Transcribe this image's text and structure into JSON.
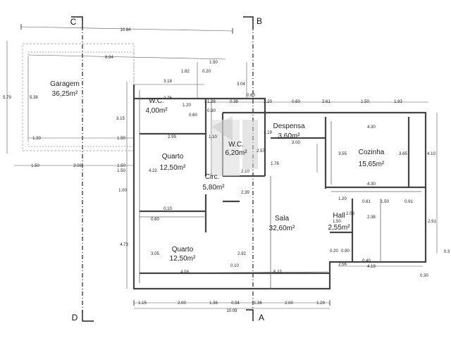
{
  "rooms": {
    "garagem": {
      "name": "Garagem",
      "area": "36,25m²"
    },
    "wc1": {
      "name": "W.C.",
      "area": "4,00m²"
    },
    "wc2": {
      "name": "W.C.",
      "area": "6,20m²"
    },
    "despensa": {
      "name": "Despensa",
      "area": "3,60m²"
    },
    "cozinha": {
      "name": "Cozinha",
      "area": "15,65m²"
    },
    "quarto1": {
      "name": "Quarto",
      "area": "12,50m²"
    },
    "circ": {
      "name": "Circ.",
      "area": "5,80m²"
    },
    "sala": {
      "name": "Sala",
      "area": "32,60m²"
    },
    "hall": {
      "name": "Hall",
      "area": "2,55m²"
    },
    "quarto2": {
      "name": "Quarto",
      "area": "12,50m²"
    }
  },
  "sections": {
    "a": "A",
    "b": "B",
    "c": "C",
    "d": "D"
  },
  "dims": {
    "d10_84": "10.84",
    "d8_94": "8.94",
    "d1_82": "1.82",
    "d0_20": "0.20",
    "d1_50a": "1.50",
    "d3_04": "3.04",
    "d0_60a": "0.60",
    "d5_79": "5.79",
    "d5_38": "5.38",
    "d3_18": "3.18",
    "d2_76": "2.76",
    "d1_20a": "1.20",
    "d0_90a": "0.90",
    "d0_60b": "0.60",
    "d1_28": "1.28",
    "d0_38": "0.38",
    "d2_20": "2.20",
    "d0_60c": "0.60",
    "d2_61": "2.61",
    "d1_50b": "1.50",
    "d1_93": "1.93",
    "d3_15": "3.15",
    "d1_30": "1.30",
    "d1_50c": "1.50",
    "d2_99": "2.99",
    "d1_10": "1.10",
    "d1_19": "1.19",
    "d4_30a": "4.30",
    "d3_00": "3.00",
    "d1_50d": "1.50",
    "d3_08": "3.08",
    "d1_50e": "1.50",
    "d1_50f": "1.50",
    "d4_22": "4.22",
    "d2_57": "2.57",
    "d1_76": "1.76",
    "d2_10": "2.10",
    "d3_55": "3.55",
    "d3_65": "3.65",
    "d4_10": "4.10",
    "d4_30b": "4.30",
    "d1_00": "1.00",
    "d2_39": "2.39",
    "d1_20b": "1.20",
    "d0_61": "0.61",
    "d1_50g": "1.50",
    "d0_91": "0.91",
    "d0_10a": "0.10",
    "d0_60d": "0.60",
    "d2_09": "2.09",
    "d1_50h": "1.50",
    "d2_38": "2.38",
    "d2_91": "2.91",
    "d4_73": "4.73",
    "d3_05": "3.05",
    "d2_92": "2.92",
    "d0_20b": "0.20",
    "d0_90b": "0.90",
    "d0_40": "0.40",
    "d0_10b": "0.10",
    "d4_08": "4.08",
    "d5_27": "5.27",
    "d2_56": "2.56",
    "d4_19": "4.19",
    "d0_30": "0.30",
    "d0_3x": "0.3",
    "d1_15": "1.15",
    "d2_00a": "2.00",
    "d1_36a": "1.36",
    "d0_94": "0.94",
    "d1_36b": "1.36",
    "d2_00b": "2.00",
    "d1_29": "1.29",
    "d10_09": "10.09"
  }
}
